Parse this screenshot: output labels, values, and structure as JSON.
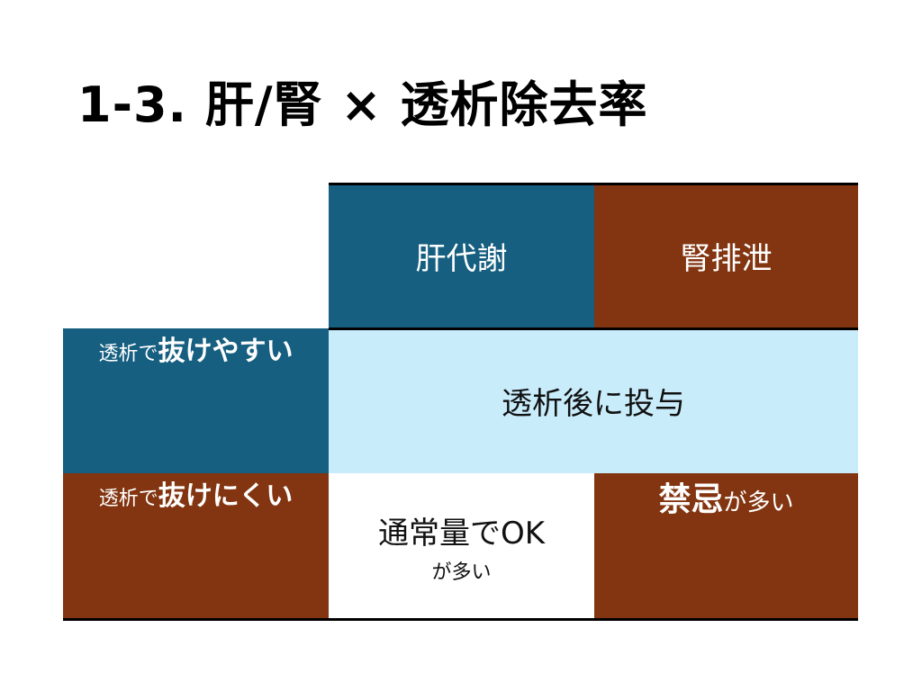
{
  "title": "1-3. 肝/腎 × 透析除去率",
  "table": {
    "col_headers": [
      "肝代謝",
      "腎排泄"
    ],
    "rows": [
      {
        "label_prefix": "透析で",
        "label_emph": "抜けやすい",
        "merged_cell": "透析後に投与"
      },
      {
        "label_prefix": "透析で",
        "label_emph": "抜けにくい",
        "liver_main": "通常量でOK",
        "liver_sub": "が多い",
        "kidney_emph": "禁忌",
        "kidney_suffix": "が多い"
      }
    ]
  },
  "colors": {
    "blue": "#165f80",
    "brown": "#823510",
    "light_blue": "#c9ecfb"
  }
}
